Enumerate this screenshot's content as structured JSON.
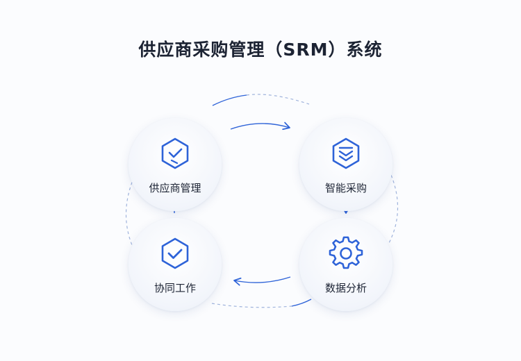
{
  "title": "供应商采购管理（SRM）系统",
  "nodes": [
    {
      "label": "供应商管理",
      "icon": "hexagon-check-icon"
    },
    {
      "label": "智能采购",
      "icon": "hexagon-chevrons-icon"
    },
    {
      "label": "协同工作",
      "icon": "hexagon-check-icon"
    },
    {
      "label": "数据分析",
      "icon": "gear-icon"
    }
  ],
  "colors": {
    "accent": "#2e63d8",
    "title": "#1c2333",
    "text": "#1e2535",
    "dashed_ring": "#9fb3dc"
  }
}
